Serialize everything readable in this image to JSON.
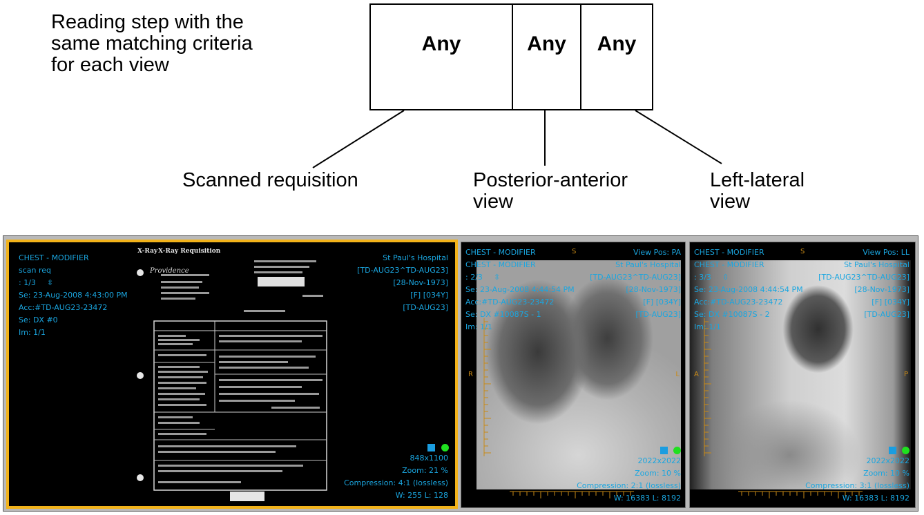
{
  "diagram": {
    "heading": "Reading step with the\nsame matching criteria\nfor each view",
    "cells": [
      {
        "label": "Any"
      },
      {
        "label": "Any"
      },
      {
        "label": "Any"
      }
    ],
    "captions": {
      "requisition": "Scanned requisition",
      "pa_view": "Posterior-anterior\nview",
      "lateral_view": "Left-lateral\nview"
    }
  },
  "viewer": {
    "panes": [
      {
        "top_left": [
          "CHEST - MODIFIER",
          "scan req",
          ": 1/3",
          "Se: 23-Aug-2008 4:43:00 PM",
          "Acc:#TD-AUG23-23472",
          "Se: DX #0",
          "Im: 1/1"
        ],
        "top_right": [
          "St Paul's Hospital",
          "[TD-AUG23^TD-AUG23]",
          "[28-Nov-1973]",
          "[F] [034Y]",
          "[TD-AUG23]"
        ],
        "bottom_right": [
          "848x1100",
          "Zoom: 21 %",
          "Compression: 4:1 (lossless)",
          "W: 255 L: 128"
        ],
        "doc_title": "X-Ray Requisition",
        "doc_sub": "X-Ray",
        "doc_logo": "Providence"
      },
      {
        "top_left": [
          "CHEST - MODIFIER",
          "CHEST - MODIFIER",
          ": 2/3",
          "Se: 23-Aug-2008 4:44:54 PM",
          "Acc:#TD-AUG23-23472",
          "Se: DX #10087S - 1",
          "Im: 1/1"
        ],
        "top_center": "S",
        "top_right": [
          "View Pos: PA",
          "St Paul's Hospital",
          "[TD-AUG23^TD-AUG23]",
          "[28-Nov-1973]",
          "[F] [034Y]",
          "[TD-AUG23]"
        ],
        "orient_left": "R",
        "orient_right": "L",
        "bottom_right": [
          "2022x2022",
          "Zoom: 10 %",
          "Compression: 2:1 (lossless)",
          "W: 16383 L: 8192"
        ]
      },
      {
        "top_left": [
          "CHEST - MODIFIER",
          "CHEST - MODIFIER",
          ": 3/3",
          "Se: 23-Aug-2008 4:44:54 PM",
          "Acc:#TD-AUG23-23472",
          "Se: DX #10087S - 2",
          "Im: 1/1"
        ],
        "top_center": "S",
        "top_right": [
          "View Pos: LL",
          "St Paul's Hospital",
          "[TD-AUG23^TD-AUG23]",
          "[28-Nov-1973]",
          "[F] [034Y]",
          "[TD-AUG23]"
        ],
        "orient_left": "A",
        "orient_right": "P",
        "bottom_right": [
          "2022x2022",
          "Zoom: 10 %",
          "Compression: 3:1 (lossless)",
          "W: 16383 L: 8192"
        ]
      }
    ],
    "colors": {
      "overlay_text": "#1aa6e0",
      "selected_border": "#f2b21a",
      "orientation_marker": "#c98a16",
      "status_square": "#1a9de0",
      "status_dot": "#1fe01f"
    }
  }
}
